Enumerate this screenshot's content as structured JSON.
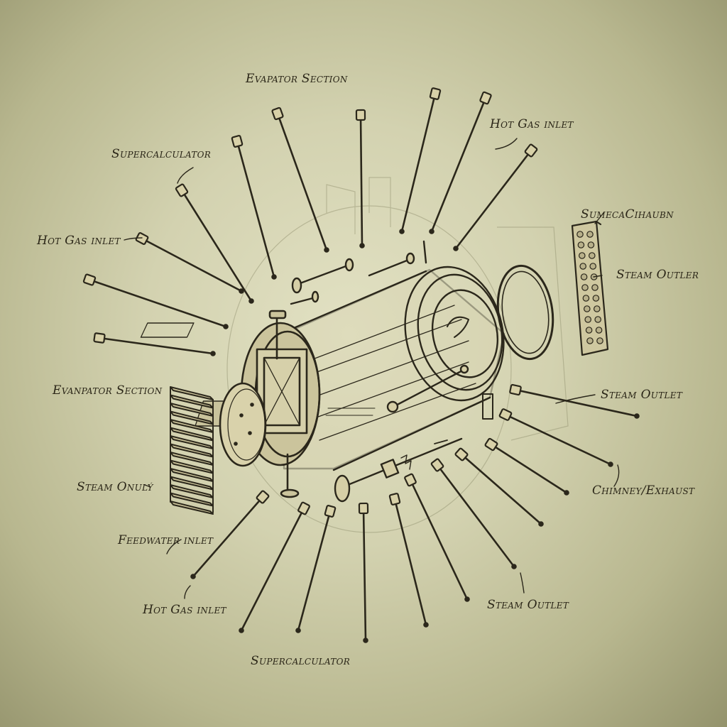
{
  "labels": {
    "evaporator_section_top": "Evapator Section",
    "hot_gas_inlet_top_right": "Hot Gas inlet",
    "supercalculator_top_left": "Supercalculator",
    "sumecachaubn": "SumecaCihaubn",
    "steam_outler": "Steam Outler",
    "hot_gas_inlet_left": "Hot Gas inlet",
    "evanpator_section_left": "Evanpator Section",
    "steam_outlet_right": "Steam Outlet",
    "steam_onuly": "Steam Onulý",
    "chimney_exhaust": "Chimney/Exhaust",
    "feedwater_inlet": "Feedwater inlet",
    "hot_gas_inlet_bottom": "Hot Gas inlet",
    "steam_outlet_bottom": "Steam Outlet",
    "supercalculator_bottom": "Supercalculator"
  }
}
